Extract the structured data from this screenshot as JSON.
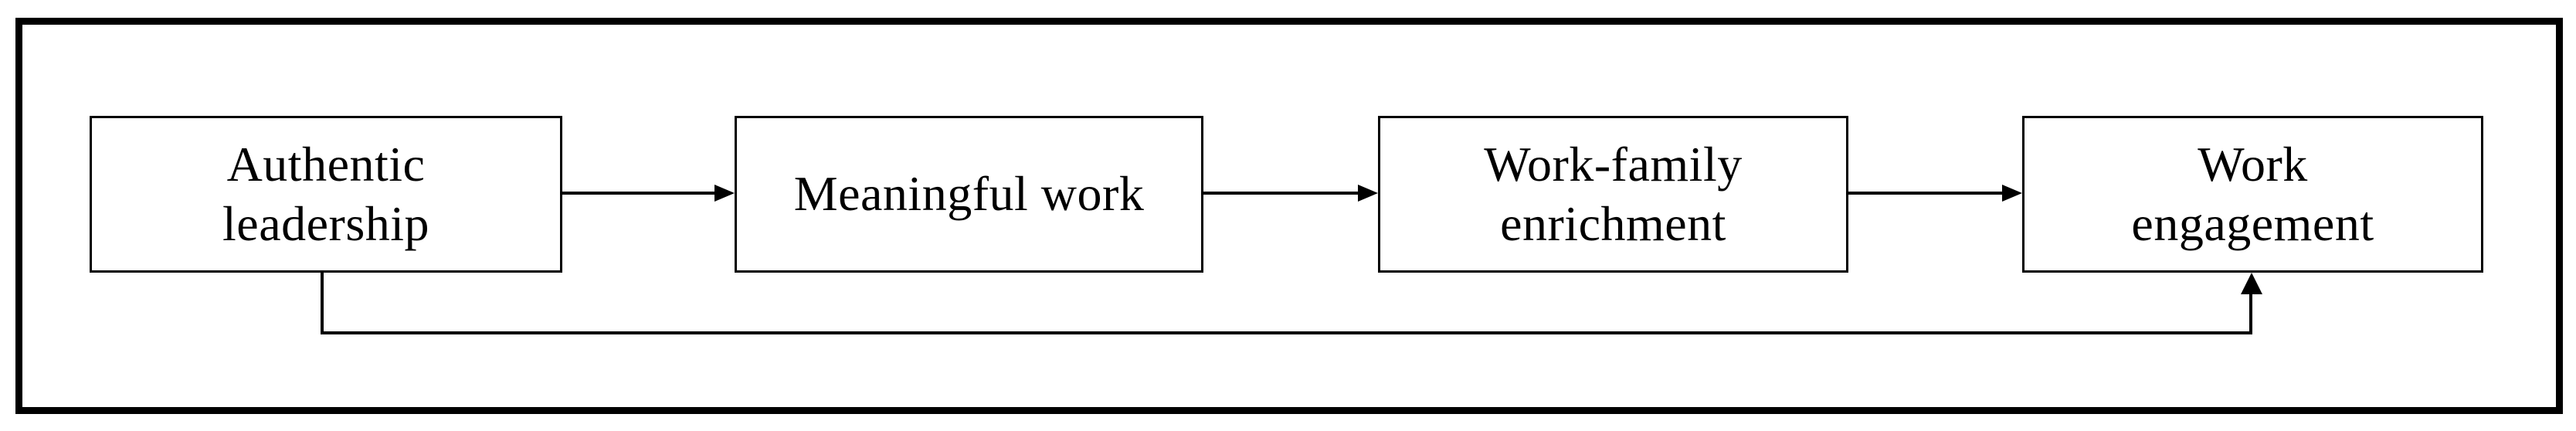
{
  "diagram": {
    "nodes": [
      {
        "id": "authentic-leadership",
        "label": "Authentic\nleadership"
      },
      {
        "id": "meaningful-work",
        "label": "Meaningful work"
      },
      {
        "id": "work-family-enrichment",
        "label": "Work-family\nenrichment"
      },
      {
        "id": "work-engagement",
        "label": "Work\nengagement"
      }
    ],
    "edges": [
      {
        "from": "authentic-leadership",
        "to": "meaningful-work",
        "style": "straight-right-arrow"
      },
      {
        "from": "meaningful-work",
        "to": "work-family-enrichment",
        "style": "straight-right-arrow"
      },
      {
        "from": "work-family-enrichment",
        "to": "work-engagement",
        "style": "straight-right-arrow"
      },
      {
        "from": "authentic-leadership",
        "to": "work-engagement",
        "style": "elbow-bottom-up-arrow"
      }
    ],
    "colors": {
      "line": "#000000",
      "text": "#000000",
      "box_background": "#ffffff",
      "page_background": "#ffffff"
    }
  }
}
